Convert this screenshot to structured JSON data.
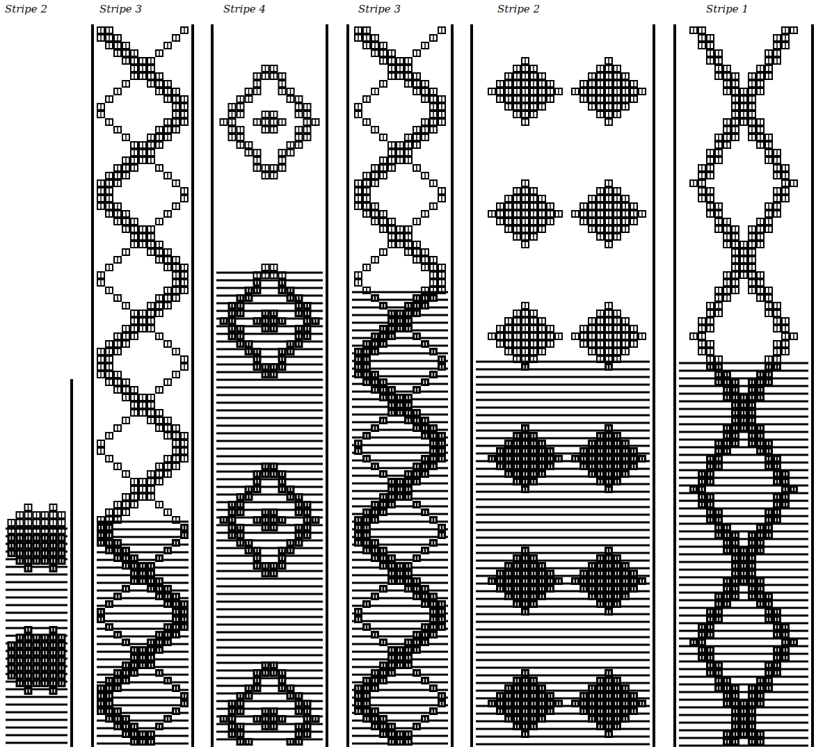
{
  "diagram": {
    "nodes": [
      {
        "text": [
          "Stripe 2"
        ]
      },
      {
        "text": [
          "Stripe 3"
        ]
      },
      {
        "text": [
          "Stripe 4"
        ]
      },
      {
        "text": [
          "Stripe 3"
        ]
      },
      {
        "text": [
          "Stripe 2"
        ]
      },
      {
        "text": [
          "Stripe 1"
        ]
      }
    ]
  }
}
